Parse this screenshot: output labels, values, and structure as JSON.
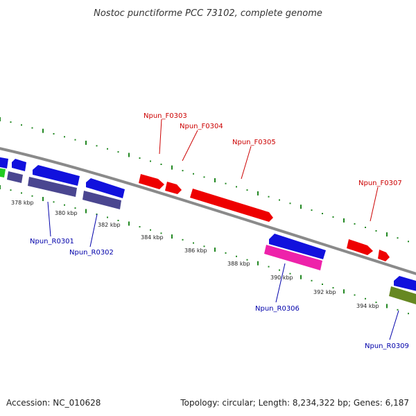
{
  "title": "Nostoc punctiforme PCC 73102, complete genome",
  "footer": {
    "accession": "Accession: NC_010628",
    "summary": "Topology: circular; Length: 8,234,322 bp; Genes: 6,187"
  },
  "colors": {
    "forward": "#ee0000",
    "reverse_blue": "#1111dd",
    "reverse_slate": "#4a4690",
    "reverse_pink": "#ee22aa",
    "reverse_olive": "#668822",
    "reverse_green": "#22cc22",
    "backbone": "#8a8a8a",
    "dots": "#228822",
    "label_forward": "#cc0000",
    "label_reverse": "#0000aa"
  },
  "ticks": [
    "378 kbp",
    "380 kbp",
    "382 kbp",
    "384 kbp",
    "386 kbp",
    "388 kbp",
    "390 kbp",
    "392 kbp",
    "394 kbp"
  ],
  "labels_forward": [
    "Npun_F0303",
    "Npun_F0304",
    "Npun_F0305",
    "Npun_F0307"
  ],
  "labels_reverse": [
    "Npun_R0301",
    "Npun_R0302",
    "Npun_R0306",
    "Npun_R0309"
  ]
}
